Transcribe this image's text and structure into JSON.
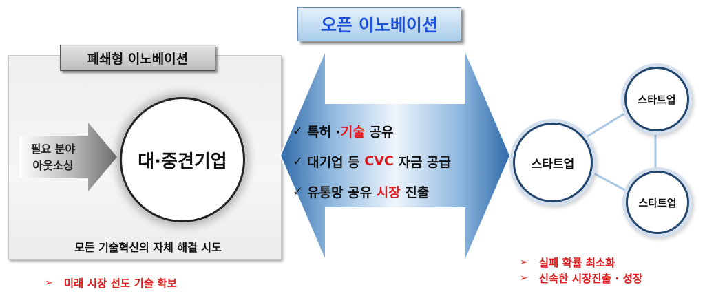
{
  "closed_innovation": {
    "title": "폐쇄형 이노베이션",
    "outsourcing_lines": [
      "필요 분야",
      "아웃소싱"
    ],
    "company_label": "대·중견기업",
    "caption": "모든 기술혁신의 자체 해결 시도"
  },
  "open_innovation": {
    "title": "오픈 이노베이션",
    "items": [
      {
        "check": "✓",
        "parts": [
          {
            "text": "특허 · ",
            "red": false
          },
          {
            "text": "기술",
            "red": true
          },
          {
            "text": " 공유",
            "red": false
          }
        ]
      },
      {
        "check": "✓",
        "parts": [
          {
            "text": "대기업 등 ",
            "red": false
          },
          {
            "text": "CVC",
            "red": true
          },
          {
            "text": " 자금 공급",
            "red": false
          }
        ]
      },
      {
        "check": "✓",
        "parts": [
          {
            "text": "유통망 공유 ",
            "red": false
          },
          {
            "text": "시장",
            "red": true
          },
          {
            "text": " 진출",
            "red": false
          }
        ]
      }
    ]
  },
  "startups": {
    "main": "스타트업",
    "top": "스타트업",
    "bottom": "스타트업"
  },
  "left_bullet": {
    "marker": "➢",
    "text": "미래 시장 선도 기술 확보"
  },
  "right_bullets": [
    {
      "marker": "➢",
      "text": "실패 확률 최소화"
    },
    {
      "marker": "➢",
      "text": "신속한 시장진출 · 성장"
    }
  ],
  "colors": {
    "accent_red": "#e11b1b",
    "open_title_text": "#1d4fd8",
    "arrow_blue_dark": "#3f78b4",
    "arrow_blue_light": "#e9f2fb",
    "node_border": "#23466e",
    "connector": "#a9c6e2"
  }
}
